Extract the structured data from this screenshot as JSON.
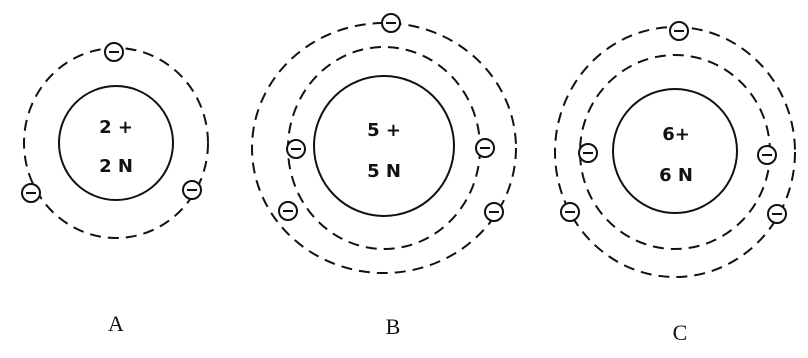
{
  "atoms": [
    {
      "label": "A",
      "protons": "2 +",
      "neutrons": "2 N",
      "shells": [
        {
          "electrons": 3
        }
      ]
    },
    {
      "label": "B",
      "protons": "5 +",
      "neutrons": "5 N",
      "shells": [
        {
          "electrons": 2
        },
        {
          "electrons": 3
        }
      ]
    },
    {
      "label": "C",
      "protons": "6+",
      "neutrons": "6 N",
      "shells": [
        {
          "electrons": 2
        },
        {
          "electrons": 3
        }
      ]
    }
  ],
  "colors": {
    "line": "#111111",
    "background": "#ffffff"
  },
  "icons": {
    "electron": "circled-minus-icon",
    "nucleus": "circle-outline"
  }
}
